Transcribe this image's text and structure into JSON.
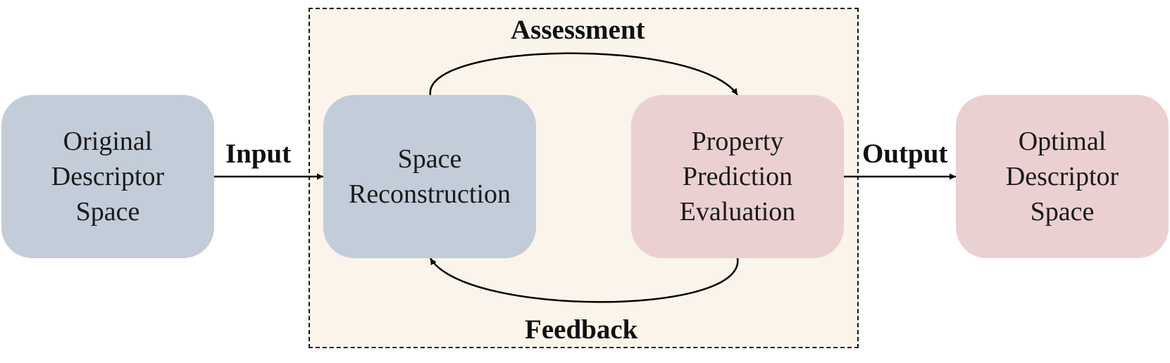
{
  "colors": {
    "loop_background": "#faf4eb",
    "blue_box": "#c3ccd9",
    "pink_box": "#ebd0d2",
    "arrow": "#000000"
  },
  "nodes": {
    "original": {
      "lines": [
        "Original",
        "Descriptor",
        "Space"
      ]
    },
    "space": {
      "lines": [
        "Space",
        "Reconstruction"
      ]
    },
    "property": {
      "lines": [
        "Property",
        "Prediction",
        "Evaluation"
      ]
    },
    "optimal": {
      "lines": [
        "Optimal",
        "Descriptor",
        "Space"
      ]
    }
  },
  "edges": {
    "input": "Input",
    "output": "Output",
    "assessment": "Assessment",
    "feedback": "Feedback"
  }
}
